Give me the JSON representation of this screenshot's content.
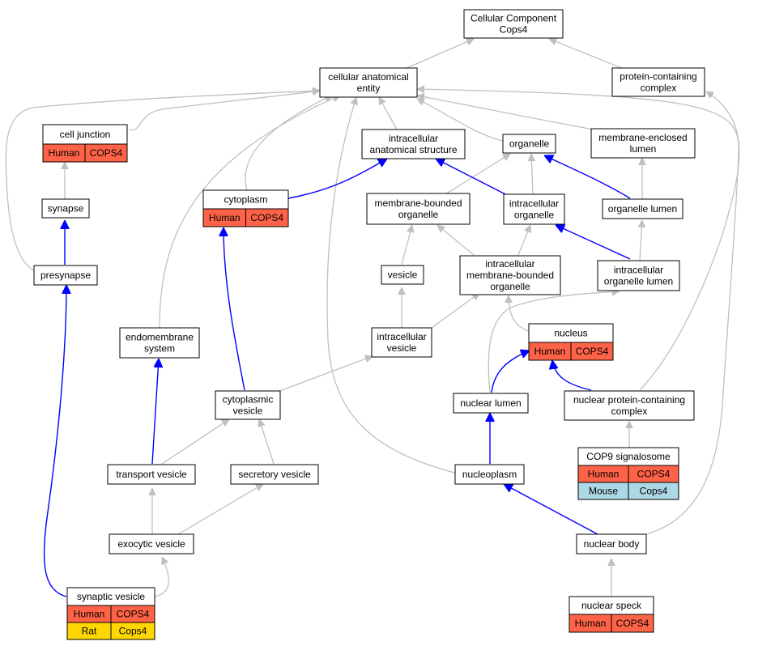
{
  "colors": {
    "human": "#ff6347",
    "mouse": "#add8e6",
    "rat": "#ffd700",
    "is_a_edge": "#c0c0c0",
    "part_of_edge": "#0000ff"
  },
  "nodes": {
    "root": {
      "lines": [
        "Cellular Component",
        "Cops4"
      ]
    },
    "cae": {
      "lines": [
        "cellular anatomical",
        "entity"
      ]
    },
    "pcc": {
      "lines": [
        "protein-containing",
        "complex"
      ]
    },
    "cell_junction": {
      "lines": [
        "cell junction"
      ],
      "rows": [
        [
          "Human",
          "COPS4"
        ]
      ]
    },
    "ias": {
      "lines": [
        "intracellular",
        "anatomical structure"
      ]
    },
    "organelle": {
      "lines": [
        "organelle"
      ]
    },
    "mel": {
      "lines": [
        "membrane-enclosed",
        "lumen"
      ]
    },
    "cytoplasm": {
      "lines": [
        "cytoplasm"
      ],
      "rows": [
        [
          "Human",
          "COPS4"
        ]
      ]
    },
    "synapse": {
      "lines": [
        "synapse"
      ]
    },
    "mbo": {
      "lines": [
        "membrane-bounded",
        "organelle"
      ]
    },
    "io": {
      "lines": [
        "intracellular",
        "organelle"
      ]
    },
    "ol": {
      "lines": [
        "organelle lumen"
      ]
    },
    "presynapse": {
      "lines": [
        "presynapse"
      ]
    },
    "vesicle": {
      "lines": [
        "vesicle"
      ]
    },
    "imbo": {
      "lines": [
        "intracellular",
        "membrane-bounded",
        "organelle"
      ]
    },
    "iol": {
      "lines": [
        "intracellular",
        "organelle lumen"
      ]
    },
    "endomembrane": {
      "lines": [
        "endomembrane",
        "system"
      ]
    },
    "iv": {
      "lines": [
        "intracellular",
        "vesicle"
      ]
    },
    "nucleus": {
      "lines": [
        "nucleus"
      ],
      "rows": [
        [
          "Human",
          "COPS4"
        ]
      ]
    },
    "cv": {
      "lines": [
        "cytoplasmic",
        "vesicle"
      ]
    },
    "nlumen": {
      "lines": [
        "nuclear lumen"
      ]
    },
    "npcc": {
      "lines": [
        "nuclear protein-containing",
        "complex"
      ]
    },
    "cop9": {
      "lines": [
        "COP9 signalosome"
      ],
      "rows": [
        [
          "Human",
          "COPS4"
        ],
        [
          "Mouse",
          "Cops4"
        ]
      ]
    },
    "tv": {
      "lines": [
        "transport vesicle"
      ]
    },
    "sv": {
      "lines": [
        "secretory vesicle"
      ]
    },
    "nucleoplasm": {
      "lines": [
        "nucleoplasm"
      ]
    },
    "ev": {
      "lines": [
        "exocytic vesicle"
      ]
    },
    "nbody": {
      "lines": [
        "nuclear body"
      ]
    },
    "synv": {
      "lines": [
        "synaptic vesicle"
      ],
      "rows": [
        [
          "Human",
          "COPS4"
        ],
        [
          "Rat",
          "Cops4"
        ]
      ]
    },
    "nspeck": {
      "lines": [
        "nuclear speck"
      ],
      "rows": [
        [
          "Human",
          "COPS4"
        ]
      ]
    }
  }
}
